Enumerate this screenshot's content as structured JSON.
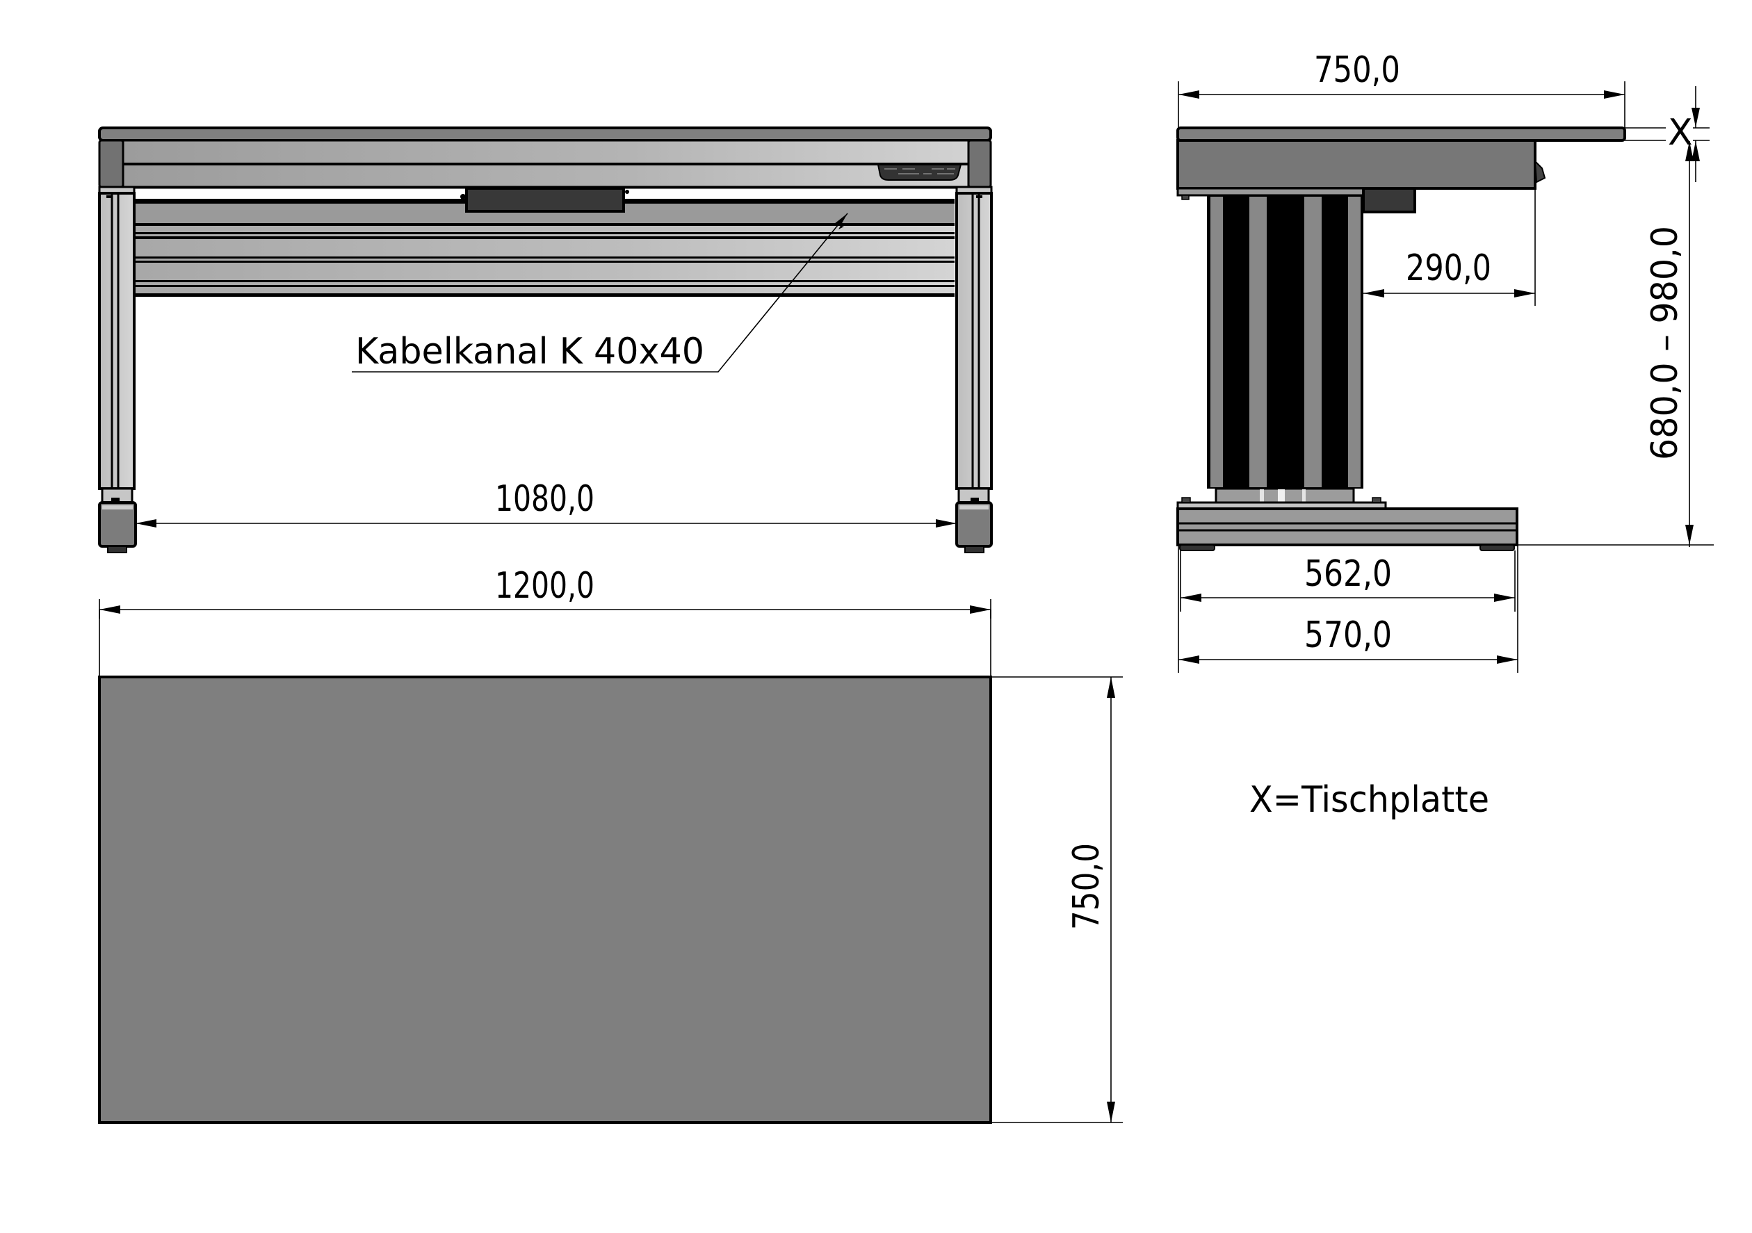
{
  "drawing": {
    "title": "Height adjustable desk - technical drawing",
    "colors": {
      "outline": "#000000",
      "tabletop": "#808080",
      "frame_dark": "#727272",
      "apron_light": "#b0b0b0",
      "channel_dark": "#9a9a9a",
      "channel_light": "#c8c8c8",
      "motor": "#383838",
      "column_stripe": "#888888"
    }
  },
  "front_view": {
    "leader_label": "Kabelkanal K 40x40",
    "dim_inner_width": "1080,0",
    "dim_total_width": "1200,0"
  },
  "side_view": {
    "dim_depth": "750,0",
    "dim_offset": "290,0",
    "dim_height_range": "680,0 – 980,0",
    "dim_x_marker": "X",
    "dim_base_inner": "562,0",
    "dim_base_outer": "570,0"
  },
  "plan_view": {
    "dim_width": "1200,0",
    "dim_depth": "750,0"
  },
  "legend": {
    "note": "X=Tischplatte"
  }
}
